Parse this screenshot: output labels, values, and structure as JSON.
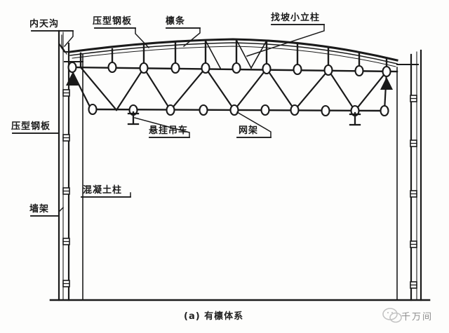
{
  "figure": {
    "caption": "(a) 有檩体系",
    "watermark": "千万间",
    "watermark_icon": "wechat-logo-icon"
  },
  "labels": {
    "inner_gutter": "内天沟",
    "profiled_steel_sheet_roof": "压型钢板",
    "purlin": "檩条",
    "slope_post": "找坡小立柱",
    "profiled_steel_sheet_wall": "压型钢板",
    "suspended_crane": "悬挂吊车",
    "space_frame": "网架",
    "concrete_column": "混凝土柱",
    "wall_frame": "墙架"
  },
  "colors": {
    "ink": "#1a1a1a",
    "paper": "#fdfdfc",
    "node_fill": "#ffffff",
    "watermark": "#8d8d8d"
  }
}
